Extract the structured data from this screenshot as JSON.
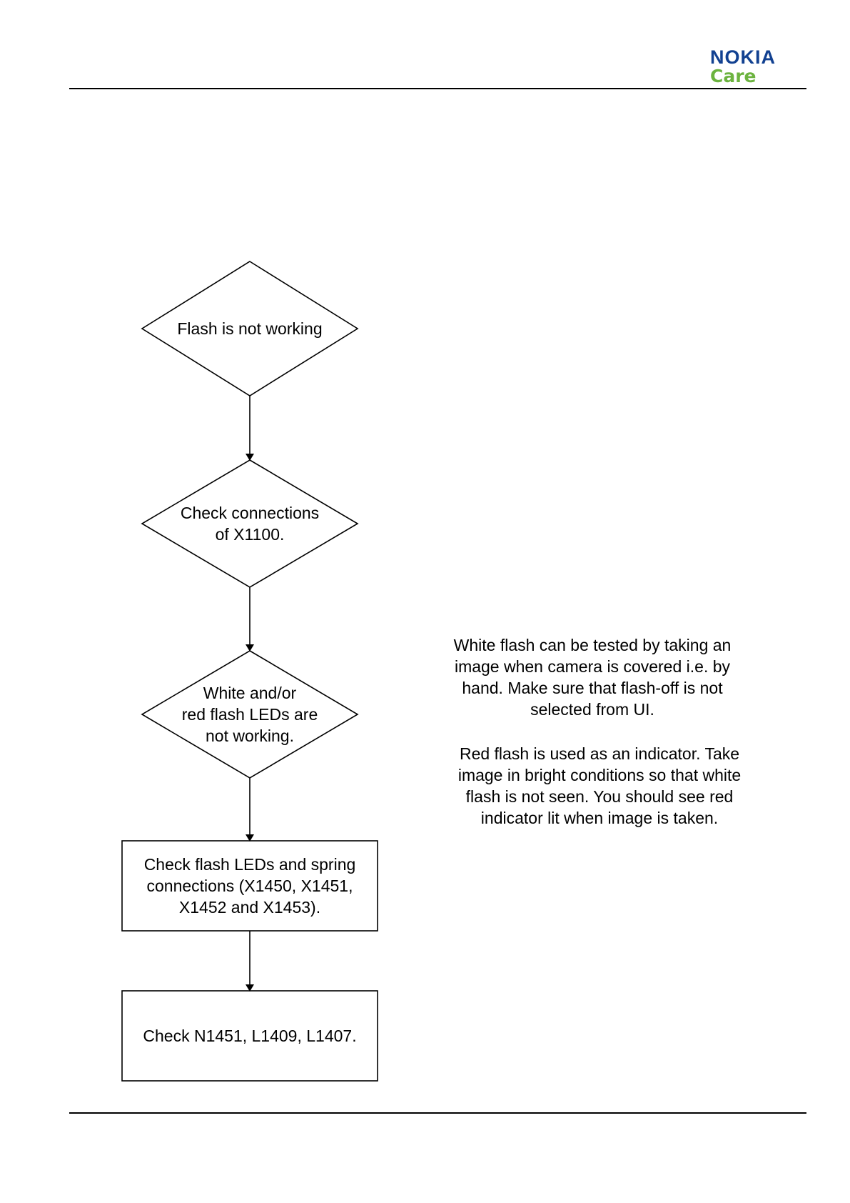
{
  "header": {
    "logo_brand": "NOKIA",
    "logo_sub": "Care",
    "brand_color": "#124191",
    "sub_color": "#6cb33f"
  },
  "flowchart": {
    "nodes": [
      {
        "id": "start",
        "shape": "diamond",
        "lines": [
          "Flash is not working"
        ]
      },
      {
        "id": "check-x1100",
        "shape": "diamond",
        "lines": [
          "Check connections",
          "of X1100."
        ]
      },
      {
        "id": "leds-not-working",
        "shape": "diamond",
        "lines": [
          "White and/or",
          "red flash LEDs are",
          "not working."
        ]
      },
      {
        "id": "check-leds-springs",
        "shape": "rectangle",
        "lines": [
          "Check flash LEDs and spring",
          "connections (X1450, X1451,",
          "X1452 and X1453)."
        ]
      },
      {
        "id": "check-n1451",
        "shape": "rectangle",
        "lines": [
          "Check N1451, L1409, L1407."
        ]
      }
    ],
    "edges": [
      {
        "from": "start",
        "to": "check-x1100"
      },
      {
        "from": "check-x1100",
        "to": "leds-not-working"
      },
      {
        "from": "leds-not-working",
        "to": "check-leds-springs"
      },
      {
        "from": "check-leds-springs",
        "to": "check-n1451"
      }
    ]
  },
  "notes": {
    "white_flash": [
      "White flash can be tested by taking an",
      "image when camera is covered i.e. by",
      "hand. Make sure that flash-off is not",
      "selected from UI."
    ],
    "red_flash": [
      "Red flash is used as an indicator. Take",
      "image in bright conditions so that white",
      "flash is not seen. You should see red",
      "indicator lit when image is taken."
    ]
  }
}
